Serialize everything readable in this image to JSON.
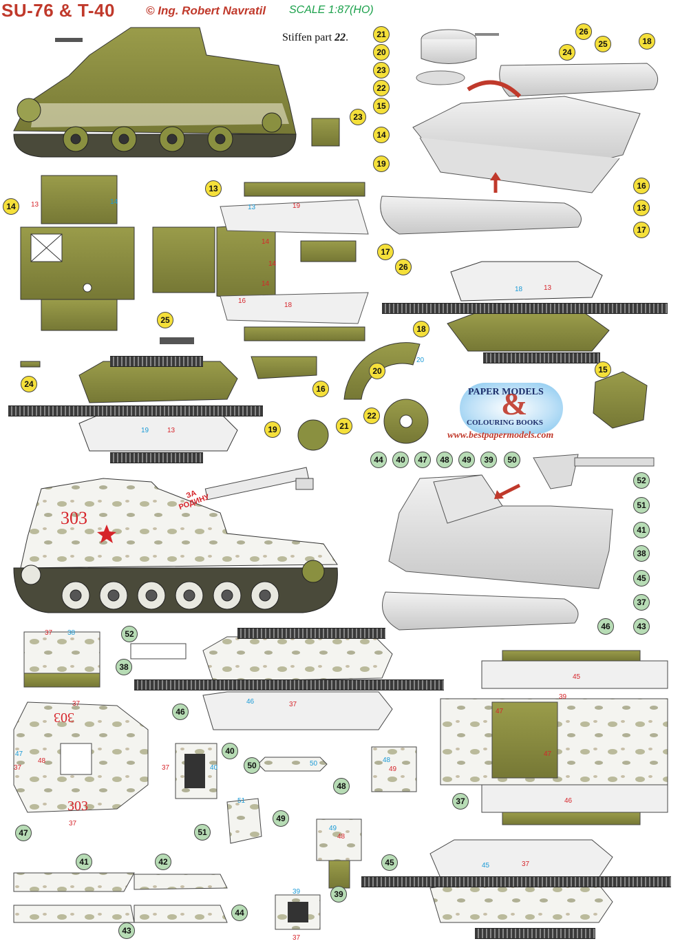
{
  "header": {
    "title": "SU-76 & T-40",
    "author": "© Ing. Robert Navratil",
    "scale": "SCALE 1:87(HO)"
  },
  "note": {
    "prefix": "Stiffen part ",
    "part": "22",
    "suffix": "."
  },
  "brand": {
    "line1": "PAPER MODELS",
    "line2": "COLOURING BOOKS",
    "url": "www.bestpapermodels.com"
  },
  "markings": {
    "number": "303",
    "slogan": "ЗА РОДИНУ"
  },
  "badges_t40": [
    "21",
    "20",
    "23",
    "22",
    "15",
    "14",
    "19",
    "26",
    "25",
    "24",
    "18",
    "16",
    "13",
    "17",
    "23",
    "13",
    "14",
    "17",
    "26",
    "18",
    "25",
    "24",
    "16",
    "20",
    "19",
    "22",
    "21",
    "15"
  ],
  "badges_su76": [
    "44",
    "40",
    "47",
    "48",
    "49",
    "39",
    "50",
    "52",
    "51",
    "41",
    "38",
    "45",
    "37",
    "46",
    "43",
    "52",
    "38",
    "46",
    "40",
    "50",
    "48",
    "47",
    "51",
    "49",
    "37",
    "41",
    "42",
    "43",
    "44",
    "39",
    "45"
  ],
  "part_labels": {
    "red": [
      "13",
      "19",
      "13",
      "14",
      "14",
      "14",
      "16",
      "18",
      "19",
      "13",
      "37",
      "37",
      "48",
      "37",
      "47",
      "37",
      "49",
      "37",
      "45",
      "39",
      "47",
      "37",
      "46",
      "37",
      "37",
      "48"
    ],
    "blue": [
      "13",
      "14",
      "18",
      "19",
      "20",
      "38",
      "46",
      "47",
      "40",
      "50",
      "48",
      "49",
      "39",
      "45",
      "51"
    ]
  },
  "colors": {
    "olive": "#8c8f3e",
    "red": "#d6242a",
    "yellow": "#f5e03a",
    "green": "#b7dcb5",
    "blue": "#1a9ad6"
  }
}
